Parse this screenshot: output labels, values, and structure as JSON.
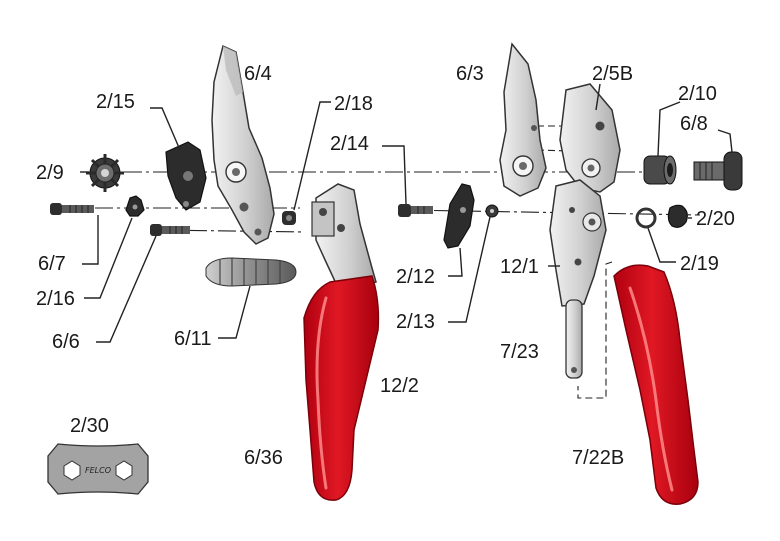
{
  "labels": {
    "l_6_4": "6/4",
    "l_6_3": "6/3",
    "l_2_5b": "2/5B",
    "l_2_10": "2/10",
    "l_6_8": "6/8",
    "l_2_15": "2/15",
    "l_2_18": "2/18",
    "l_2_14": "2/14",
    "l_2_9": "2/9",
    "l_6_7": "6/7",
    "l_2_16": "2/16",
    "l_6_6": "6/6",
    "l_6_11": "6/11",
    "l_2_12": "2/12",
    "l_2_13": "2/13",
    "l_12_1": "12/1",
    "l_2_20": "2/20",
    "l_2_19": "2/19",
    "l_7_23": "7/23",
    "l_12_2": "12/2",
    "l_2_30": "2/30",
    "l_6_36": "6/36",
    "l_7_22b": "7/22B"
  },
  "tool_stamp": "FELCO",
  "colors": {
    "handle_red": "#d8101c",
    "metal_light": "#d9d9d9",
    "metal_dark": "#2c2c2c"
  }
}
